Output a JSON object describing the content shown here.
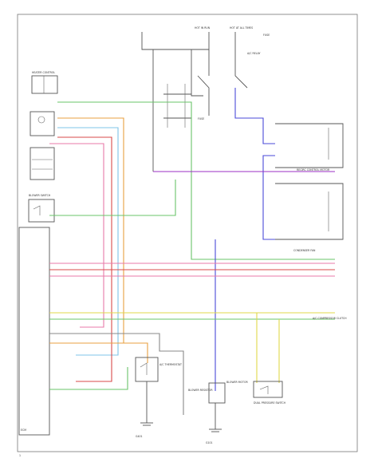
{
  "colors": {
    "blue": "#4a4ad8",
    "purple": "#9b2fc4",
    "pink": "#e87aa8",
    "red": "#d84a4a",
    "orange": "#e8a040",
    "yellow": "#e0d84a",
    "green": "#6ac46a",
    "lightblue": "#7fc4e8",
    "gray": "#888888",
    "black": "#333333"
  },
  "labels": {
    "hot_run": "HOT IN RUN",
    "hot_all": "HOT AT ALL TIMES",
    "ac_relay": "A/C RELAY",
    "ac_compressor_clutch": "A/C COMPRESSOR CLUTCH",
    "blower_switch": "BLOWER SWITCH",
    "heater_control": "HEATER CONTROL",
    "condenser_fan": "CONDENSER FAN",
    "recirc_control": "RECIRC CONTROL MOTOR",
    "ac_thermostat": "A/C THERMOSTAT",
    "dual_pressure_switch": "DUAL PRESSURE SWITCH",
    "blower_motor": "BLOWER MOTOR",
    "resistor": "BLOWER RESISTOR",
    "ecm": "ECM",
    "ground_a": "G401",
    "ground_b": "G101",
    "fuse_a": "FUSE",
    "fuse_b": "FUSE",
    "footer": "1"
  }
}
